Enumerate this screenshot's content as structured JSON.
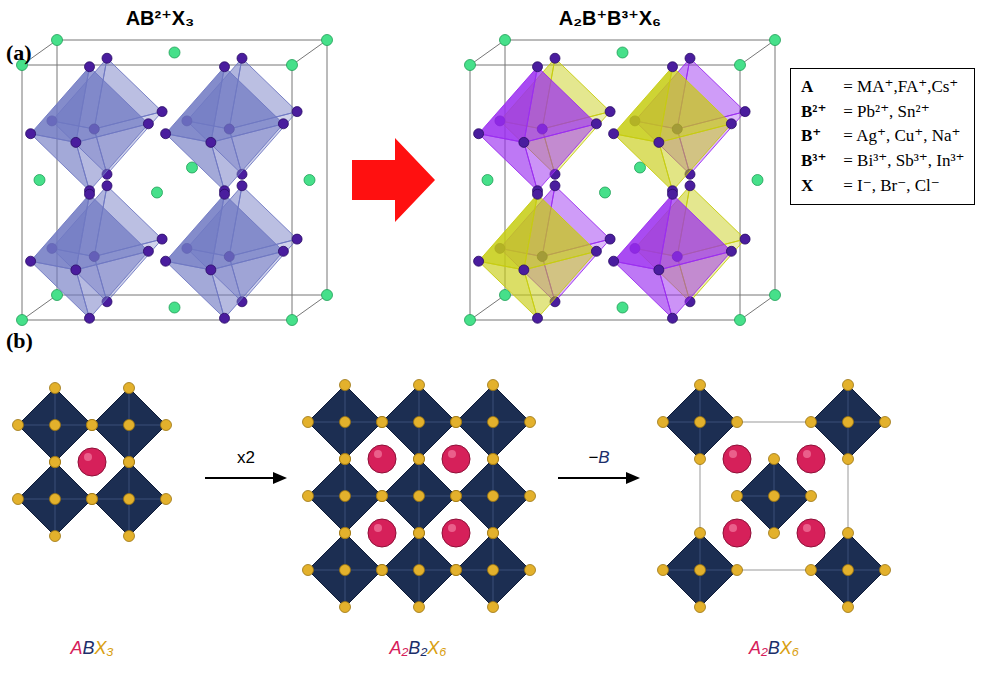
{
  "diagram": {
    "nodes": [
      {
        "text": [
          "A = MA⁺,FA⁺,Cs⁺",
          "B²⁺ = Pb²⁺, Sn²⁺",
          "B⁺ = Ag⁺, Cu⁺, Na⁺",
          "B³⁺ = Bi³⁺, Sb³⁺, In³⁺",
          "X = I⁻, Br⁻, Cl⁻"
        ]
      }
    ],
    "labels": [
      "(a)",
      "AB²⁺X₃",
      "A₂B⁺B³⁺X₆",
      "(b)",
      "x2",
      "−B",
      "ABX₃",
      "A₂B₂X₆",
      "A₂BX₆"
    ]
  }
}
